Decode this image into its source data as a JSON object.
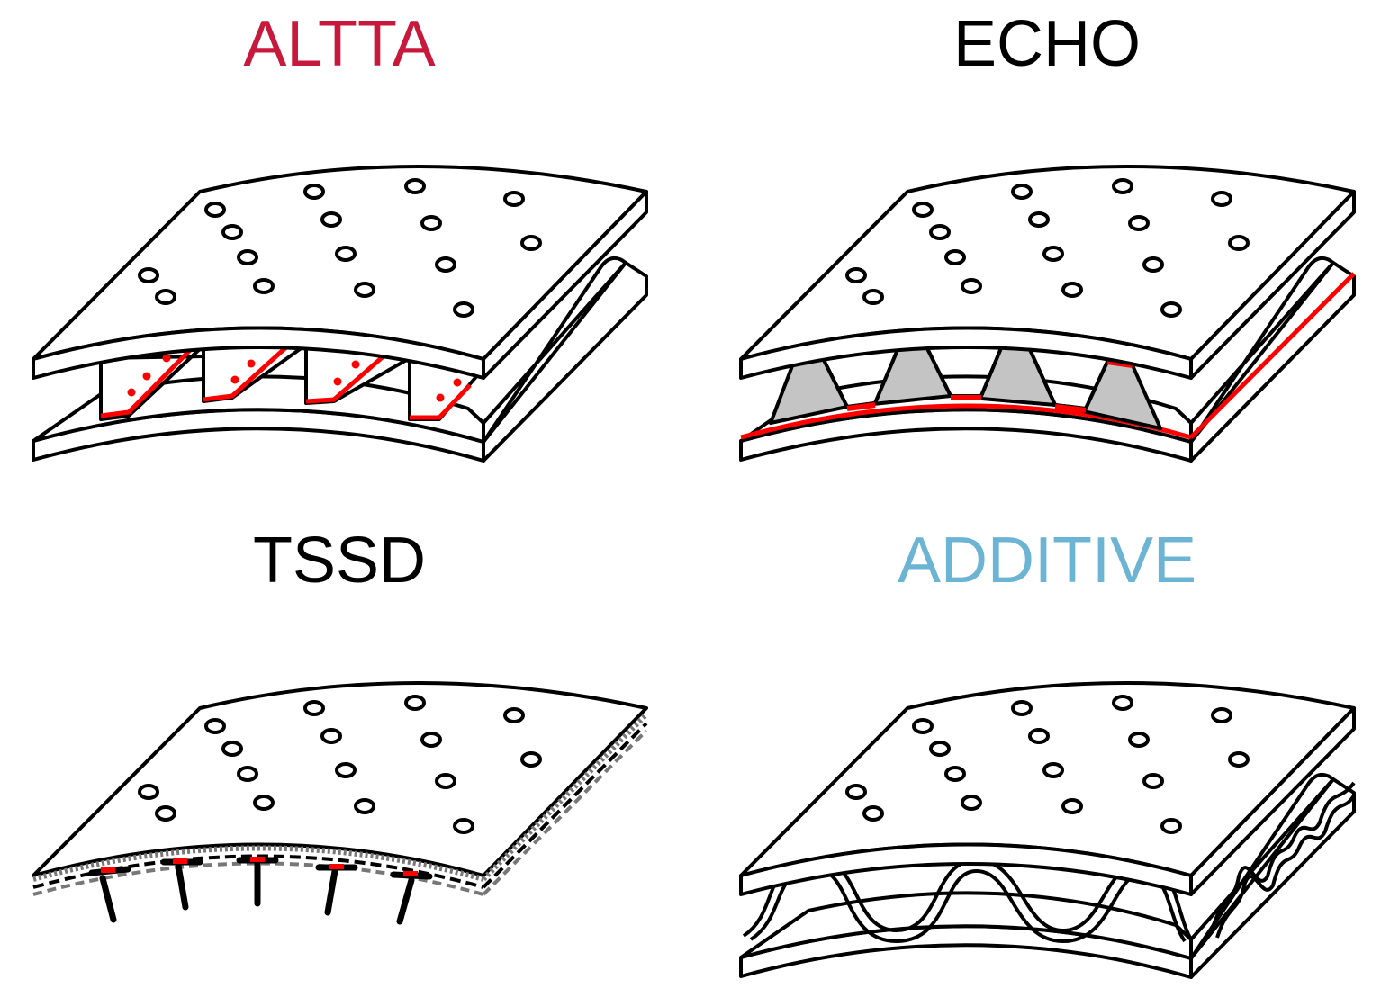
{
  "panels": [
    {
      "title": "ALTTA",
      "title_color": "#c8193c"
    },
    {
      "title": "ECHO",
      "title_color": "#000000"
    },
    {
      "title": "TSSD",
      "title_color": "#000000"
    },
    {
      "title": "ADDITIVE",
      "title_color": "#6cb4d3"
    }
  ],
  "colors": {
    "outline": "#000000",
    "adhesive": "#ff0000",
    "cavity_fill": "#c4c4c4",
    "tssd_gray": "#777777"
  }
}
